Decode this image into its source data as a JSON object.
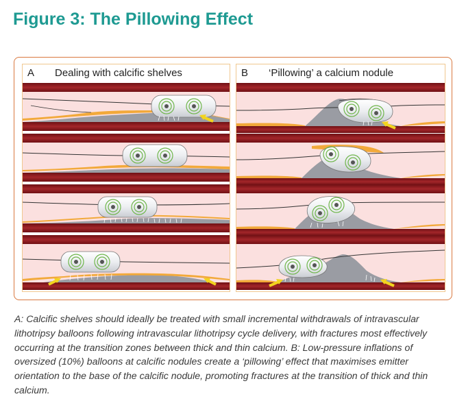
{
  "figure": {
    "title": "Figure 3: The Pillowing Effect",
    "caption": "A: Calcific shelves should ideally be treated with small incremental withdrawals of intravascular lithotripsy balloons following intravascular lithotripsy cycle delivery, with fractures most effectively occurring at the transition zones between thick and thin calcium. B: Low-pressure inflations of oversized (10%) balloons at calcific nodules create a ‘pillowing’ effect that maximises emitter orientation to the base of the calcific nodule, promoting fractures at the transition of thick and thin calcium."
  },
  "panels": [
    {
      "letter": "A",
      "heading": "Dealing with calcific shelves"
    },
    {
      "letter": "B",
      "heading": "‘Pillowing’ a calcium nodule"
    }
  ],
  "colors": {
    "accent_title": "#1e9a92",
    "frame": "#d9783f",
    "vessel_wall": "#8b1a1e",
    "lumen": "#fbe0df",
    "plaque": "#f2a93a",
    "calcium": "#9a9ca3",
    "balloon": "#f4f5f7",
    "emitter": "#6fb64b",
    "arrow": "#f2d41f"
  },
  "icons": [
    "emitter-icon",
    "fracture-arrow-icon",
    "balloon-icon"
  ]
}
